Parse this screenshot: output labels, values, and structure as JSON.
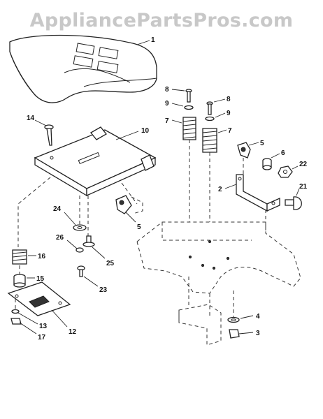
{
  "watermark": "AppliancePartsPros.com",
  "callouts": [
    {
      "id": "1",
      "text": "1"
    },
    {
      "id": "8a",
      "text": "8"
    },
    {
      "id": "8b",
      "text": "8"
    },
    {
      "id": "9a",
      "text": "9"
    },
    {
      "id": "9b",
      "text": "9"
    },
    {
      "id": "7a",
      "text": "7"
    },
    {
      "id": "7b",
      "text": "7"
    },
    {
      "id": "14",
      "text": "14"
    },
    {
      "id": "10",
      "text": "10"
    },
    {
      "id": "5a",
      "text": "5"
    },
    {
      "id": "6",
      "text": "6"
    },
    {
      "id": "22",
      "text": "22"
    },
    {
      "id": "2",
      "text": "2"
    },
    {
      "id": "21",
      "text": "21"
    },
    {
      "id": "24",
      "text": "24"
    },
    {
      "id": "5b",
      "text": "5"
    },
    {
      "id": "26",
      "text": "26"
    },
    {
      "id": "16",
      "text": "16"
    },
    {
      "id": "25",
      "text": "25"
    },
    {
      "id": "15",
      "text": "15"
    },
    {
      "id": "23",
      "text": "23"
    },
    {
      "id": "12",
      "text": "12"
    },
    {
      "id": "13",
      "text": "13"
    },
    {
      "id": "17",
      "text": "17"
    },
    {
      "id": "4",
      "text": "4"
    },
    {
      "id": "3",
      "text": "3"
    }
  ]
}
